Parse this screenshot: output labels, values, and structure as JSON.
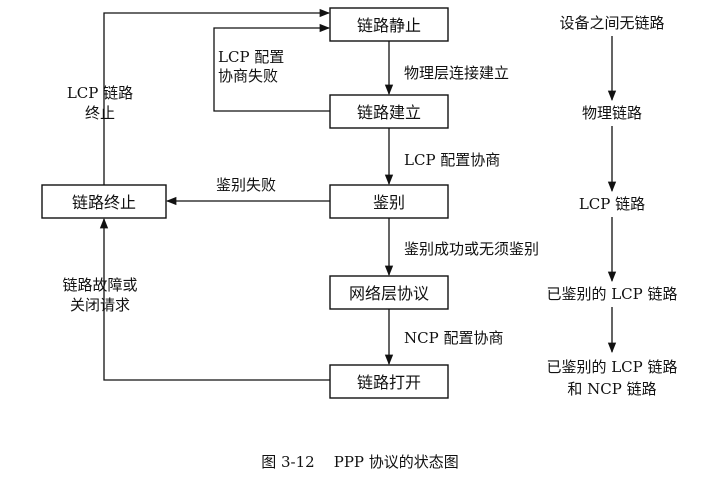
{
  "states": {
    "dead": "链路静止",
    "establish": "链路建立",
    "authenticate": "鉴别",
    "network": "网络层协议",
    "open": "链路打开",
    "terminate": "链路终止"
  },
  "transitions": {
    "physical_up": "物理层连接建立",
    "lcp_negotiate": "LCP 配置协商",
    "auth_ok_line1": "鉴别成功或无须鉴别",
    "ncp_negotiate": "NCP 配置协商",
    "auth_fail": "鉴别失败",
    "lcp_fail_line1": "LCP 配置",
    "lcp_fail_line2": "协商失败",
    "link_term_line1": "LCP 链路",
    "link_term_line2": "终止",
    "failure_line1": "链路故障或",
    "failure_line2": "关闭请求"
  },
  "stages": {
    "s1": "设备之间无链路",
    "s2": "物理链路",
    "s3": "LCP 链路",
    "s4": "已鉴别的 LCP 链路",
    "s5_line1": "已鉴别的 LCP 链路",
    "s5_line2": "和 NCP 链路"
  },
  "caption": "图 3-12    PPP 协议的状态图"
}
